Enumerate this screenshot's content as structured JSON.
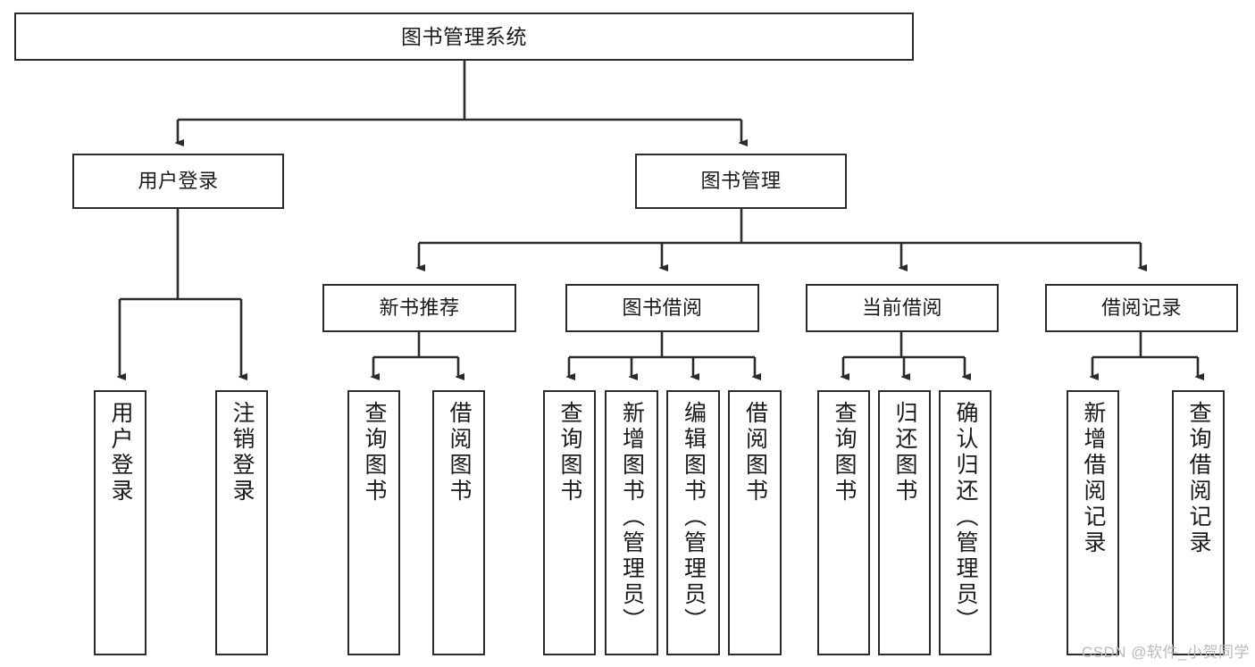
{
  "diagram": {
    "title": "图书管理系统",
    "type": "tree-hierarchy-diagram",
    "watermark": "CSDN @软件_小贺同学",
    "colors": {
      "stroke": "#2b2b2b",
      "fill": "#ffffff",
      "text": "#1a1a1a",
      "watermark": "#b9b9b9"
    },
    "nodes": {
      "root": {
        "label": "图书管理系统"
      },
      "level1": [
        {
          "label": "用户登录"
        },
        {
          "label": "图书管理"
        }
      ],
      "level2": [
        {
          "label": "新书推荐"
        },
        {
          "label": "图书借阅"
        },
        {
          "label": "当前借阅"
        },
        {
          "label": "借阅记录"
        }
      ],
      "leaves": {
        "user_login": [
          {
            "label": "用户登录"
          },
          {
            "label": "注销登录"
          }
        ],
        "new_book_recommend": [
          {
            "label": "查询图书"
          },
          {
            "label": "借阅图书"
          }
        ],
        "book_borrow": [
          {
            "label": "查询图书"
          },
          {
            "label": "新增图书（管理员）"
          },
          {
            "label": "编辑图书（管理员）"
          },
          {
            "label": "借阅图书"
          }
        ],
        "current_borrow": [
          {
            "label": "查询图书"
          },
          {
            "label": "归还图书"
          },
          {
            "label": "确认归还（管理员）"
          }
        ],
        "borrow_record": [
          {
            "label": "新增借阅记录"
          },
          {
            "label": "查询借阅记录"
          }
        ]
      }
    }
  }
}
